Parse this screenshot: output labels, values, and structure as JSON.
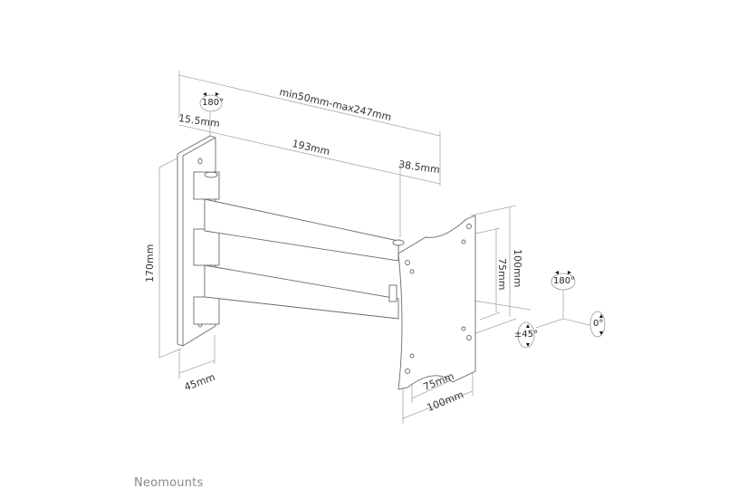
{
  "brand": "Neomounts",
  "dimensions": {
    "arm_extension": "min50mm-max247mm",
    "wall_plate_offset": "15.5mm",
    "arm_length": "193mm",
    "vesa_offset": "38.5mm",
    "wall_plate_height": "170mm",
    "wall_plate_width": "45mm",
    "vesa_height_outer": "100mm",
    "vesa_height_inner": "75mm",
    "vesa_width_inner": "75mm",
    "vesa_width_outer": "100mm"
  },
  "rotations": {
    "arm_swivel": "180°",
    "pan": "180°",
    "tilt": "±45°",
    "rotate": "0°"
  },
  "colors": {
    "line": "#9a9a9a",
    "dark_line": "#555555",
    "text": "#333333",
    "brand": "#8a8a8a"
  }
}
